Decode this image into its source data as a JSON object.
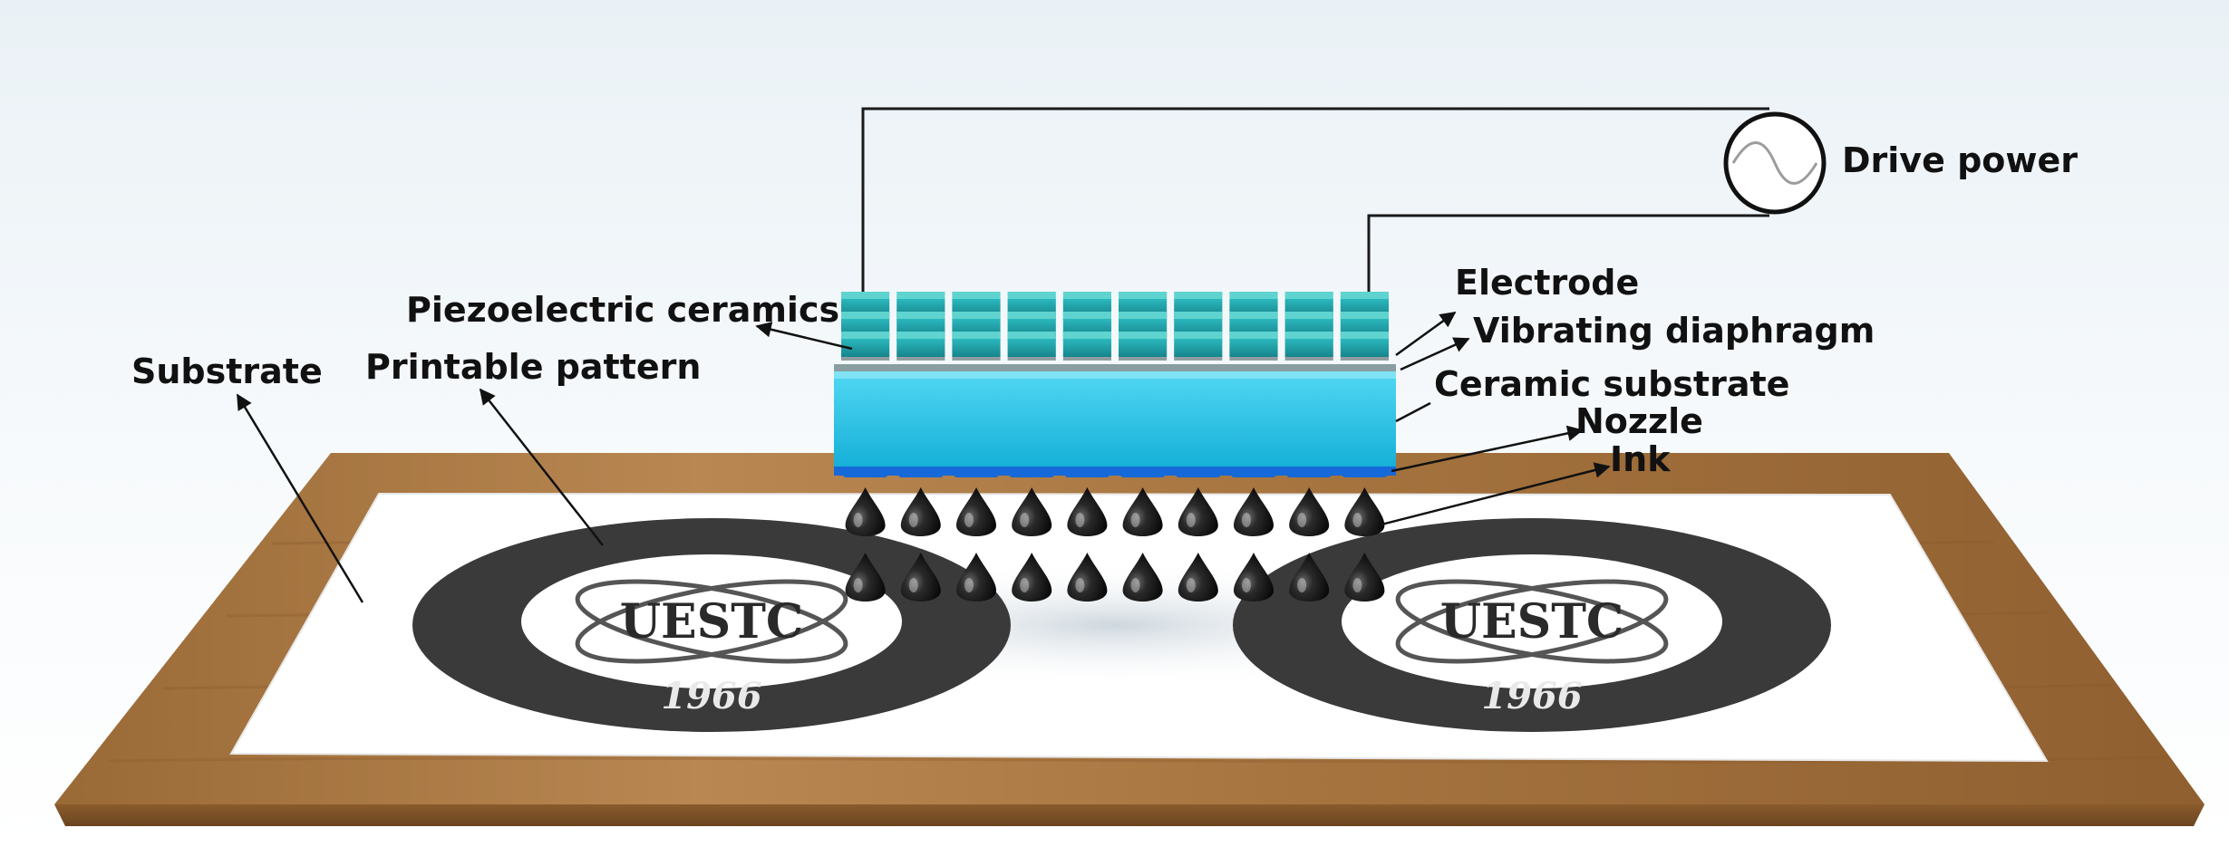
{
  "labels": {
    "drive_power": "Drive power",
    "electrode": "Electrode",
    "piezoelectric_ceramics": "Piezoelectric ceramics",
    "vibrating_diaphragm": "Vibrating diaphragm",
    "substrate": "Substrate",
    "printable_pattern": "Printable pattern",
    "ceramic_substrate": "Ceramic substrate",
    "nozzle": "Nozzle",
    "ink": "Ink"
  },
  "pattern": {
    "logo_text": "UESTC",
    "year": "1966",
    "count": 2
  },
  "printhead": {
    "columns": 10,
    "droplet_rows": 2
  },
  "colors": {
    "wood_board": "#a67640",
    "paper": "#ffffff",
    "ceramic_substrate": "#22c3e6",
    "piezo_block": "#1f9ea6",
    "nozzle": "#1569d8",
    "ink": "#1b1b1b",
    "logo_ring": "#3a3a3a"
  }
}
